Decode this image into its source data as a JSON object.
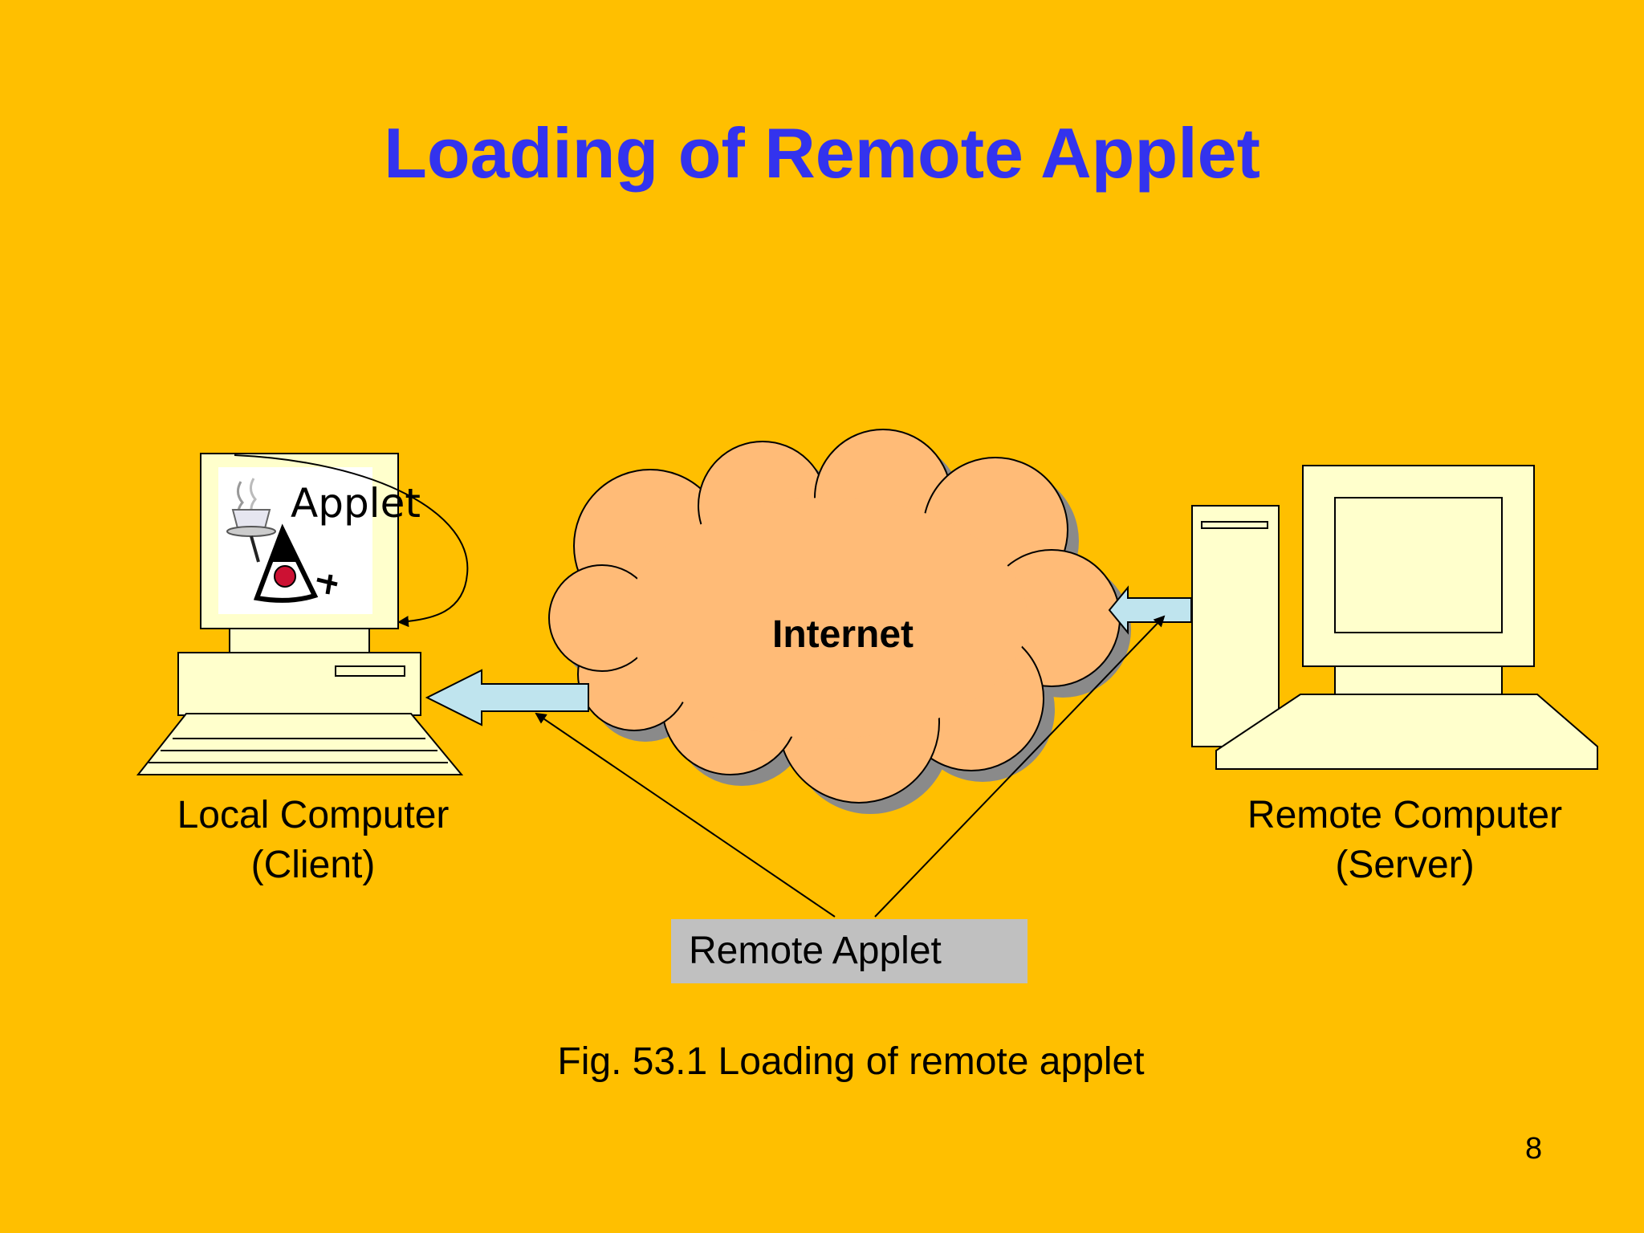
{
  "slide": {
    "title": "Loading of Remote Applet",
    "page_number": "8",
    "caption": "Fig. 53.1 Loading of remote applet"
  },
  "diagram": {
    "internet_label": "Internet",
    "local_computer": {
      "line1": "Local Computer",
      "line2": "(Client)"
    },
    "remote_computer": {
      "line1": "Remote Computer",
      "line2": "(Server)"
    },
    "applet_label": "Applet",
    "remote_applet_label": "Remote Applet"
  },
  "colors": {
    "background": "#FFBF00",
    "title": "#3333EE",
    "cloud_fill": "#FFBB77",
    "computer_fill": "#FFFFCC",
    "arrow_fill": "#BFE4EE",
    "label_box": "#C0C0C0"
  }
}
